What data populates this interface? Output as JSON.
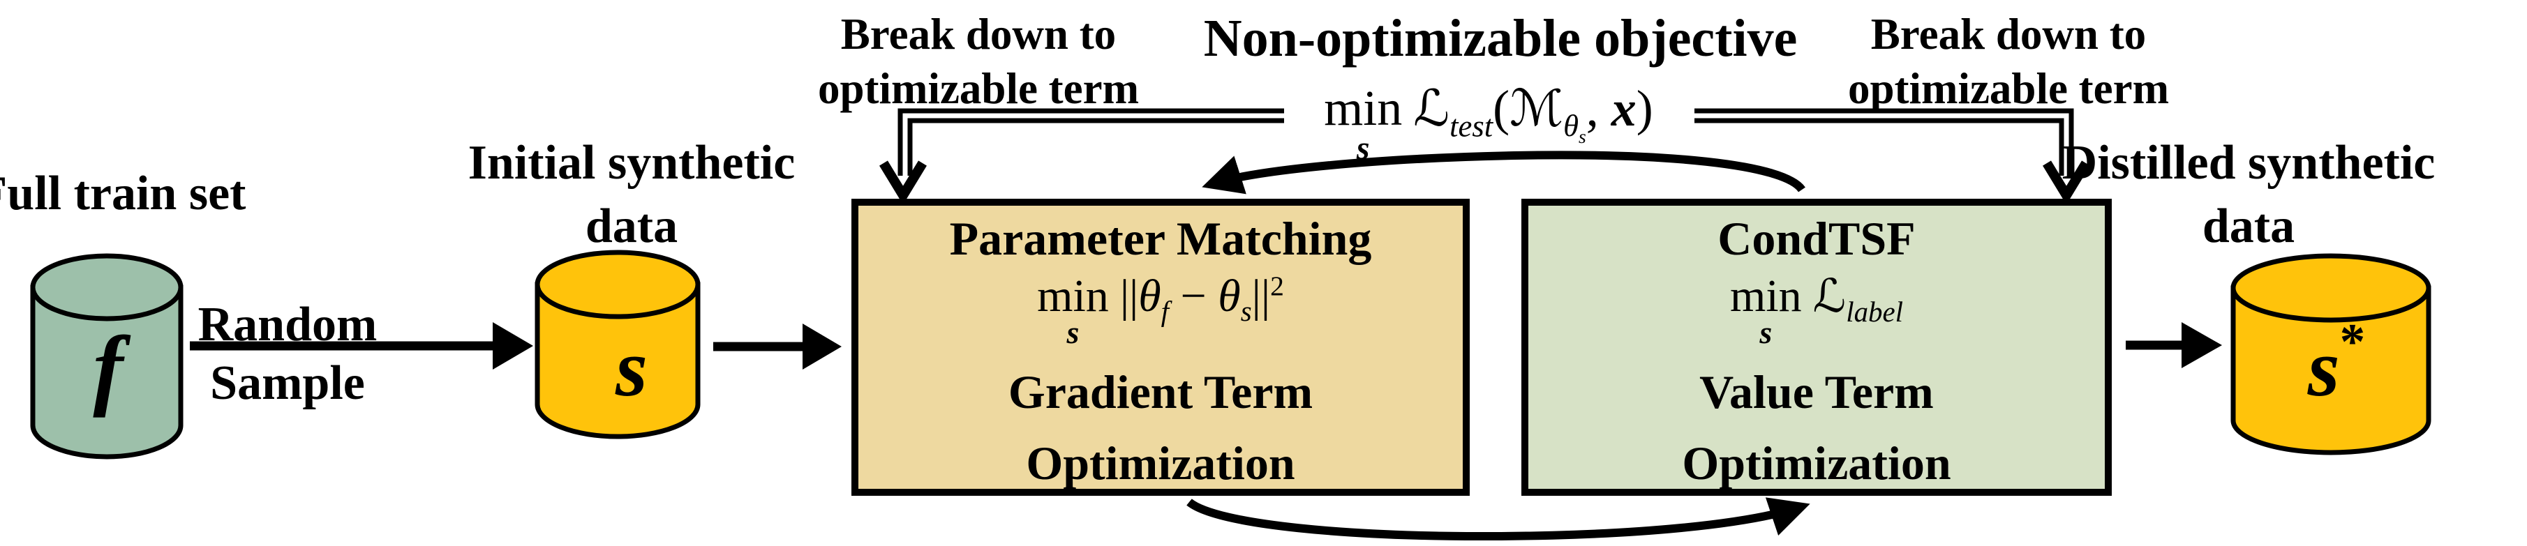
{
  "colors": {
    "box_tan": "#EED9A0",
    "box_green": "#D7E2C6",
    "cylinder_green": "#9DC0AA",
    "cylinder_yellow": "#FFC30B",
    "ink": "#000000"
  },
  "labels": {
    "full_train_set": "Full train set",
    "random": "Random",
    "sample": "Sample",
    "initial_synthetic_1": "Initial synthetic",
    "initial_synthetic_2": "data",
    "distilled_synthetic_1": "Distilled synthetic",
    "distilled_synthetic_2": "data",
    "break_left_1": "Break down to",
    "break_left_2": "optimizable term",
    "break_right_1": "Break down to",
    "break_right_2": "optimizable term",
    "objective_title": "Non-optimizable objective"
  },
  "boxes": {
    "param": {
      "title": "Parameter Matching",
      "term_line_1": "Gradient Term",
      "term_line_2": "Optimization"
    },
    "condtsf": {
      "title": "CondTSF",
      "term_line_1": "Value Term",
      "term_line_2": "Optimization"
    }
  },
  "cylinders": {
    "full": {
      "letter": "f"
    },
    "initial": {
      "letter": "s"
    },
    "distilled": {
      "letter": "s",
      "sup": "*"
    }
  },
  "math": {
    "min": "min",
    "s": "s",
    "loss": "ℒ",
    "test": "test",
    "label": "label",
    "model": "ℳ",
    "theta": "θ",
    "f": "f",
    "x": "x",
    "lparen": "(",
    "rparen": ")",
    "comma": ",",
    "norm": "||",
    "minus": "−",
    "two": "2"
  }
}
